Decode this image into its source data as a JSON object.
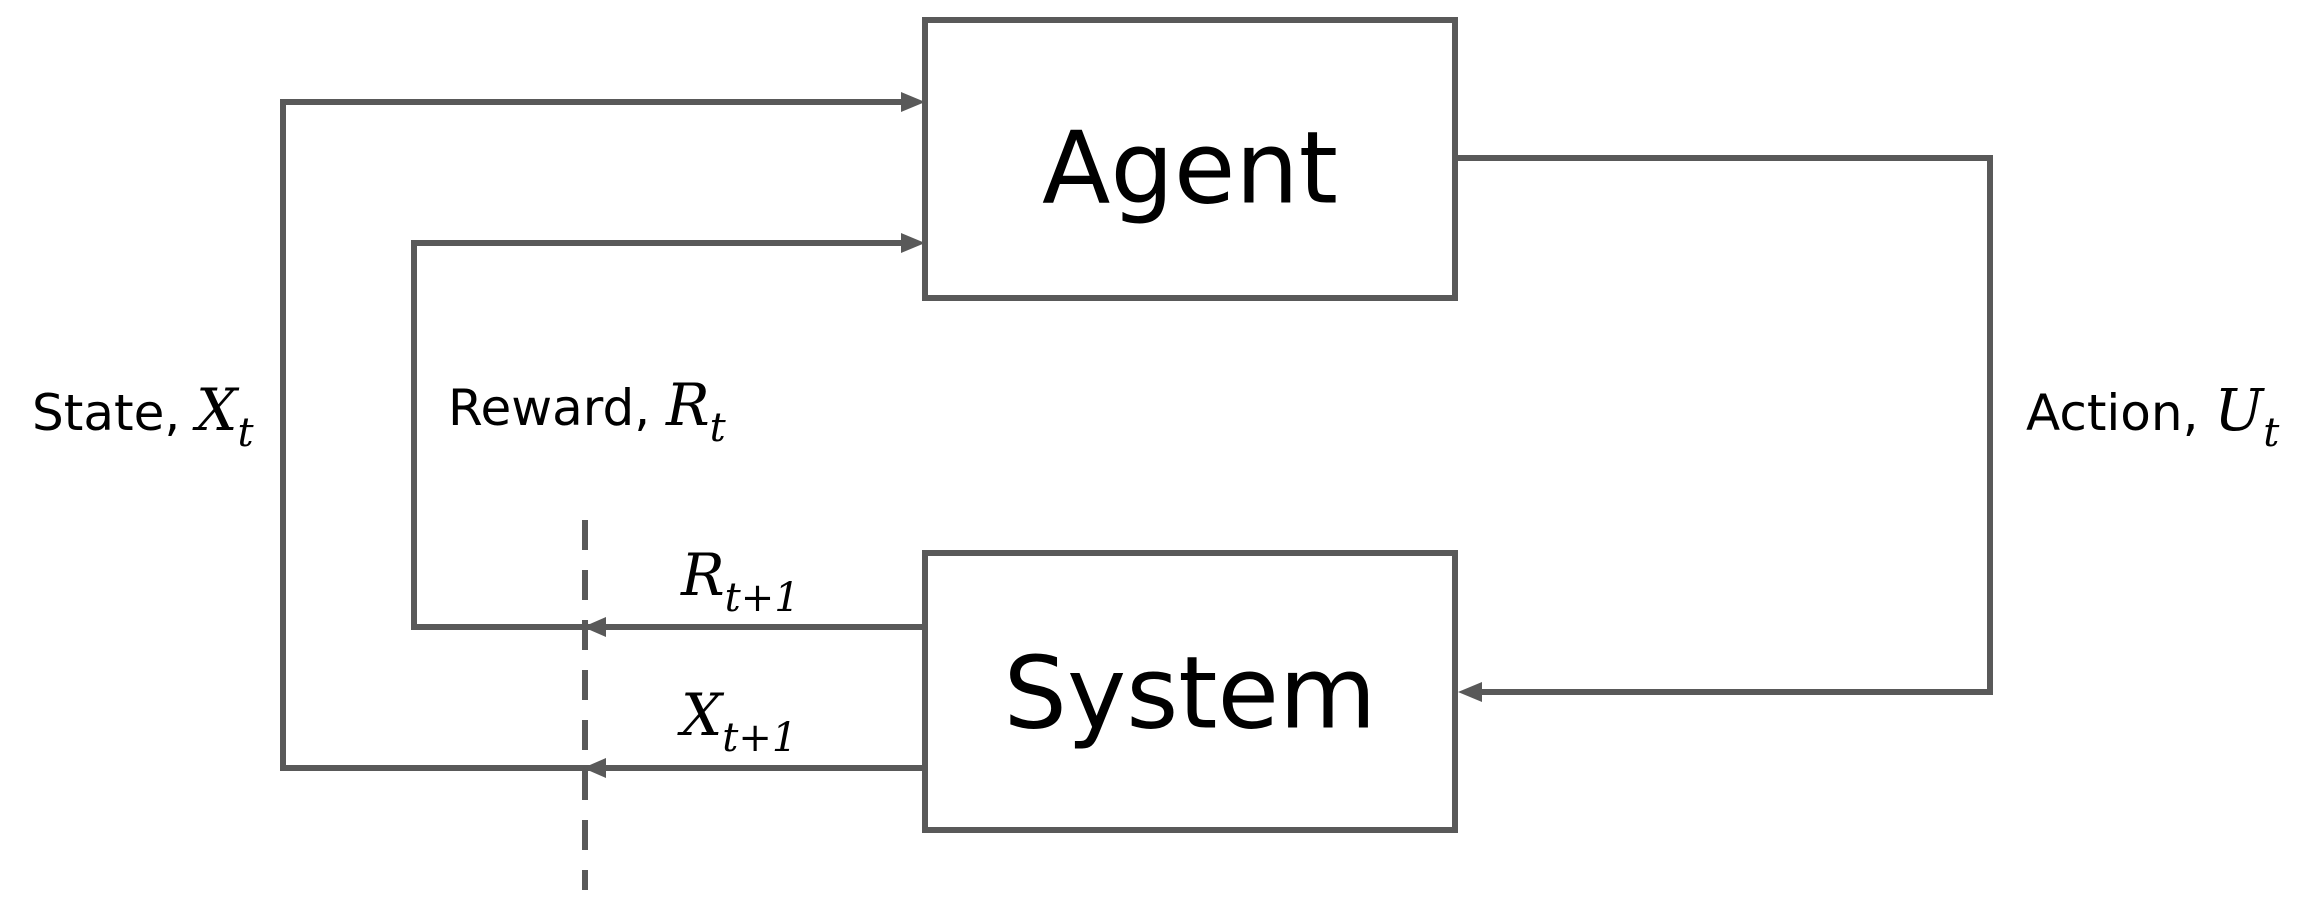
{
  "diagram": {
    "nodes": {
      "agent": {
        "label": "Agent"
      },
      "system": {
        "label": "System"
      }
    },
    "edges": {
      "state": {
        "text": "State, ",
        "symbol": "X",
        "subscript": "t"
      },
      "reward": {
        "text": "Reward, ",
        "symbol": "R",
        "subscript": "t"
      },
      "action": {
        "text": "Action, ",
        "symbol": "U",
        "subscript": "t"
      },
      "next_reward": {
        "symbol": "R",
        "subscript": "t+1"
      },
      "next_state": {
        "symbol": "X",
        "subscript": "t+1"
      }
    }
  },
  "colors": {
    "stroke": "#595959",
    "text": "#000000",
    "background": "#ffffff"
  }
}
